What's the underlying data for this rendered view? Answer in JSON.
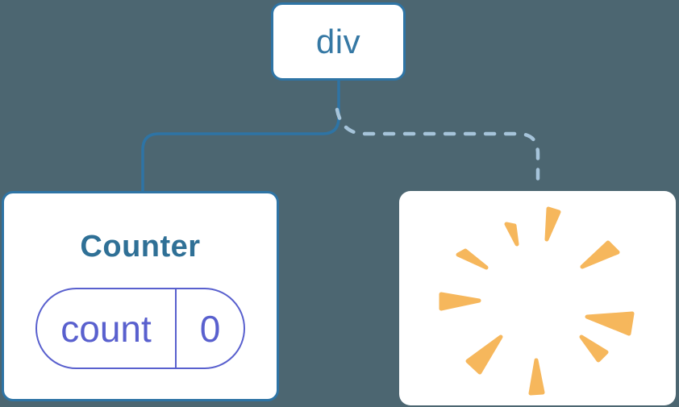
{
  "tree": {
    "root": {
      "label": "div"
    },
    "counter": {
      "title": "Counter",
      "state_key": "count",
      "state_value": "0"
    },
    "removed": {
      "icon": "poof-icon"
    }
  },
  "icons": {
    "poof": "poof-icon"
  },
  "colors": {
    "background": "#4C6671",
    "node_fill": "#FFFFFF",
    "node_border": "#2E74A5",
    "node_text": "#3578A4",
    "title_text": "#2F7096",
    "connector_solid": "#2E74A5",
    "connector_dashed": "#A6C4DA",
    "state_accent": "#5960CE",
    "poof": "#F6B75C"
  }
}
